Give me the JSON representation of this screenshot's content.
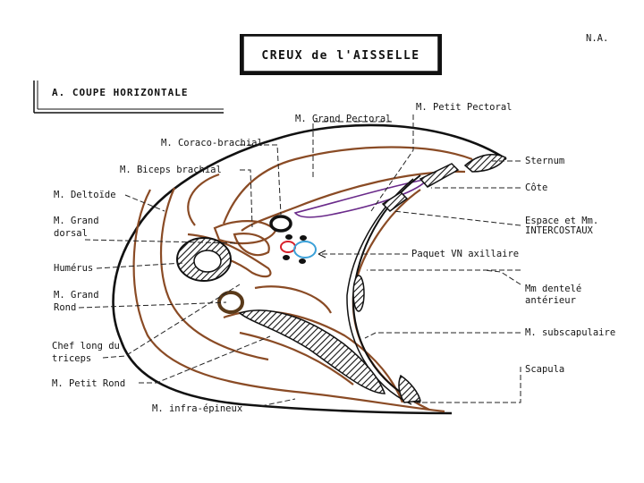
{
  "header": {
    "title": "CREUX de l'AISSELLE",
    "author": "N.A.",
    "section": "A. COUPE HORIZONTALE"
  },
  "labels": {
    "grand_pectoral": "M. Grand Pectoral",
    "petit_pectoral": "M. Petit Pectoral",
    "coraco_brachial": "M. Coraco-brachial",
    "biceps": "M. Biceps brachial",
    "deltoide": "M. Deltoïde",
    "grand_dorsal_1": "M. Grand",
    "grand_dorsal_2": "dorsal",
    "humerus": "Humérus",
    "grand_rond_1": "M. Grand",
    "grand_rond_2": "Rond",
    "triceps_1": "Chef long du",
    "triceps_2": "triceps",
    "petit_rond": "M. Petit Rond",
    "infra_epineux": "M. infra-épineux",
    "sternum": "Sternum",
    "cote": "Côte",
    "intercostaux_1": "Espace et Mm.",
    "intercostaux_2": "INTERCOSTAUX",
    "paquet_vn": "Paquet VN axillaire",
    "dentele_1": "Mm dentelé",
    "dentele_2": "antérieur",
    "subscapulaire": "M. subscapulaire",
    "scapula": "Scapula"
  },
  "colors": {
    "muscle_outline": "#8a4b25",
    "bone_outline": "#111111",
    "artery": "#d8202a",
    "vein": "#3aa0d8",
    "pectoral_fascia": "#6a2a8a"
  }
}
